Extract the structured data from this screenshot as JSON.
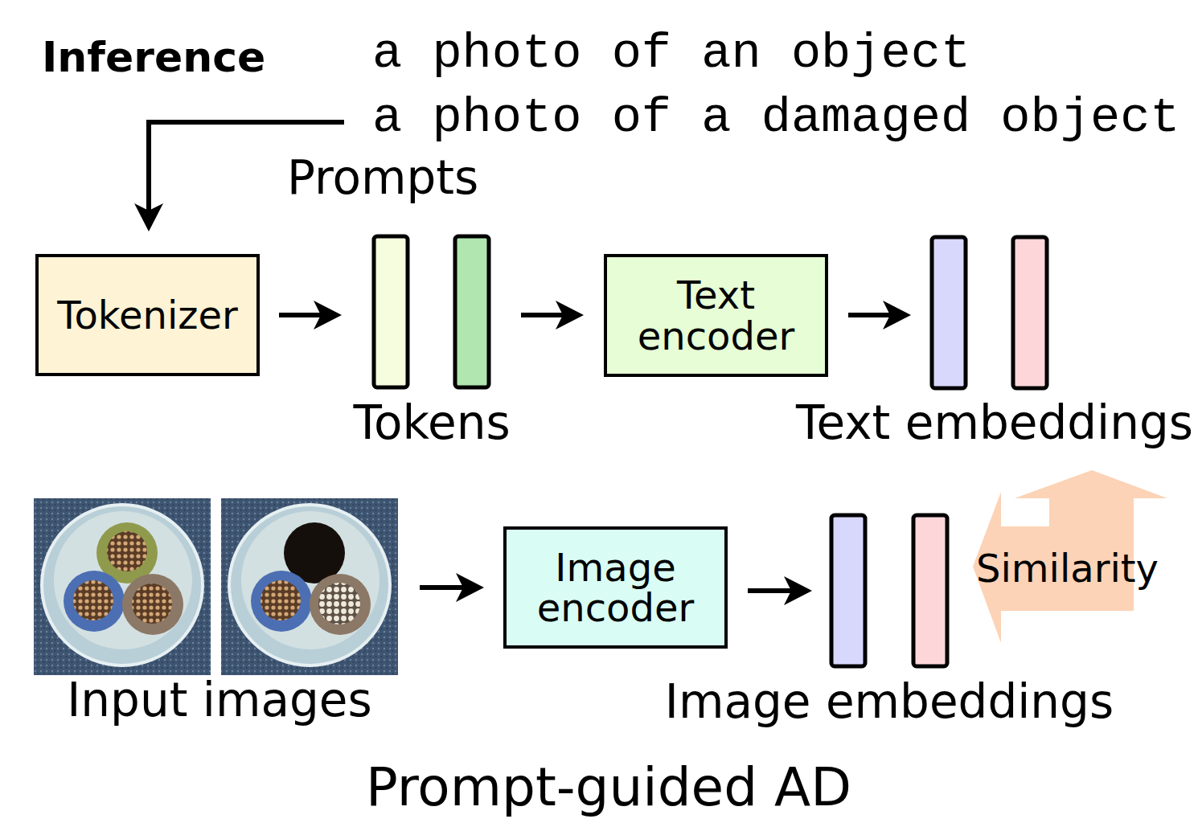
{
  "diagram": {
    "title": "Inference",
    "caption": "Prompt-guided AD",
    "nodes": [
      {
        "text": [
          "Tokenizer"
        ]
      },
      {
        "text": [
          "Text encoder"
        ]
      },
      {
        "text": [
          "Image encoder"
        ]
      },
      {
        "text": [
          "Similarity"
        ]
      }
    ],
    "labels": [
      "a photo of an object",
      "a photo of a damaged object",
      "Prompts",
      "Tokens",
      "Text embeddings",
      "Input images",
      "Image embeddings"
    ]
  }
}
